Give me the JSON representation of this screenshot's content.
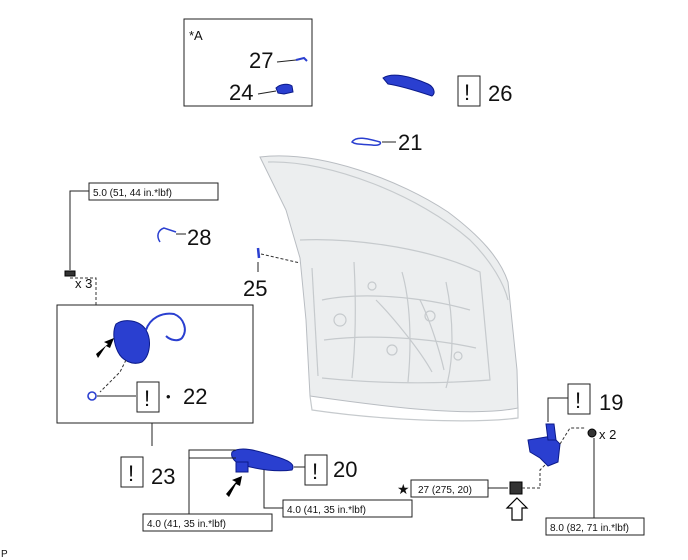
{
  "inset_label": "*A",
  "callouts": {
    "n19": "19",
    "n20": "20",
    "n21": "21",
    "n22": "22",
    "n23": "23",
    "n24": "24",
    "n25": "25",
    "n26": "26",
    "n27": "27",
    "n28": "28"
  },
  "caution_symbol": "!",
  "bullet": "•",
  "quantities": {
    "bolts_x3": "x 3",
    "nuts_x2": "x 2"
  },
  "torques": {
    "t_top_left": "5.0 (51, 44 in.*lbf)",
    "t_bottom_left": "4.0 (41, 35 in.*lbf)",
    "t_bottom_mid": "4.0 (41, 35 in.*lbf)",
    "t_star": "27 (275, 20)",
    "t_bottom_right": "8.0 (82, 71 in.*lbf)"
  },
  "star_symbol": "★",
  "corner_mark": "P",
  "colors": {
    "part_blue": "#2a3fd0",
    "door_gray": "#eceeef"
  }
}
